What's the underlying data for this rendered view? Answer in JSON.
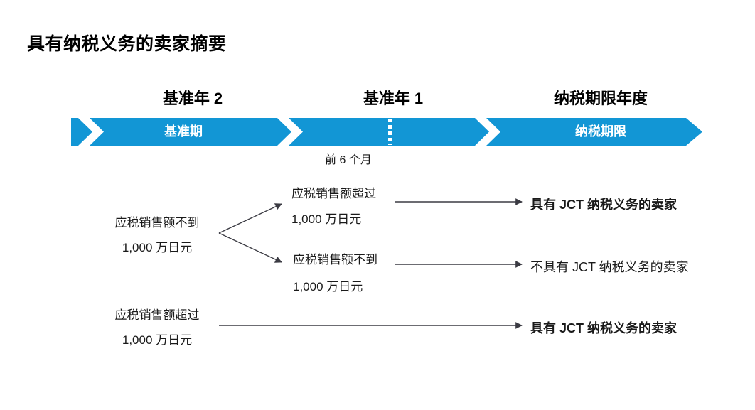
{
  "title": "具有纳税义务的卖家摘要",
  "timeline": {
    "headers": [
      {
        "label": "基准年 2"
      },
      {
        "label": "基准年 1"
      },
      {
        "label": "纳税期限年度"
      }
    ],
    "bands": [
      {
        "label": "基准期"
      },
      {
        "label": ""
      },
      {
        "label": "纳税期限"
      }
    ],
    "sub_label": "前 6 个月"
  },
  "flow": {
    "nodes": {
      "left_top": {
        "line1": "应税销售额不到",
        "line2": "1,000 万日元"
      },
      "mid_top": {
        "line1": "应税销售额超过",
        "line2": "1,000 万日元"
      },
      "mid_bottom": {
        "line1": "应税销售额不到",
        "line2": "1,000 万日元"
      },
      "left_bottom": {
        "line1": "应税销售额超过",
        "line2": "1,000 万日元"
      }
    },
    "results": [
      {
        "label": "具有 JCT 纳税义务的卖家"
      },
      {
        "label": "不具有 JCT 纳税义务的卖家"
      },
      {
        "label": "具有 JCT 纳税义务的卖家"
      }
    ]
  },
  "colors": {
    "band_blue": "#1296d5",
    "connector": "#3b3b43",
    "text": "#1a1a1a"
  }
}
